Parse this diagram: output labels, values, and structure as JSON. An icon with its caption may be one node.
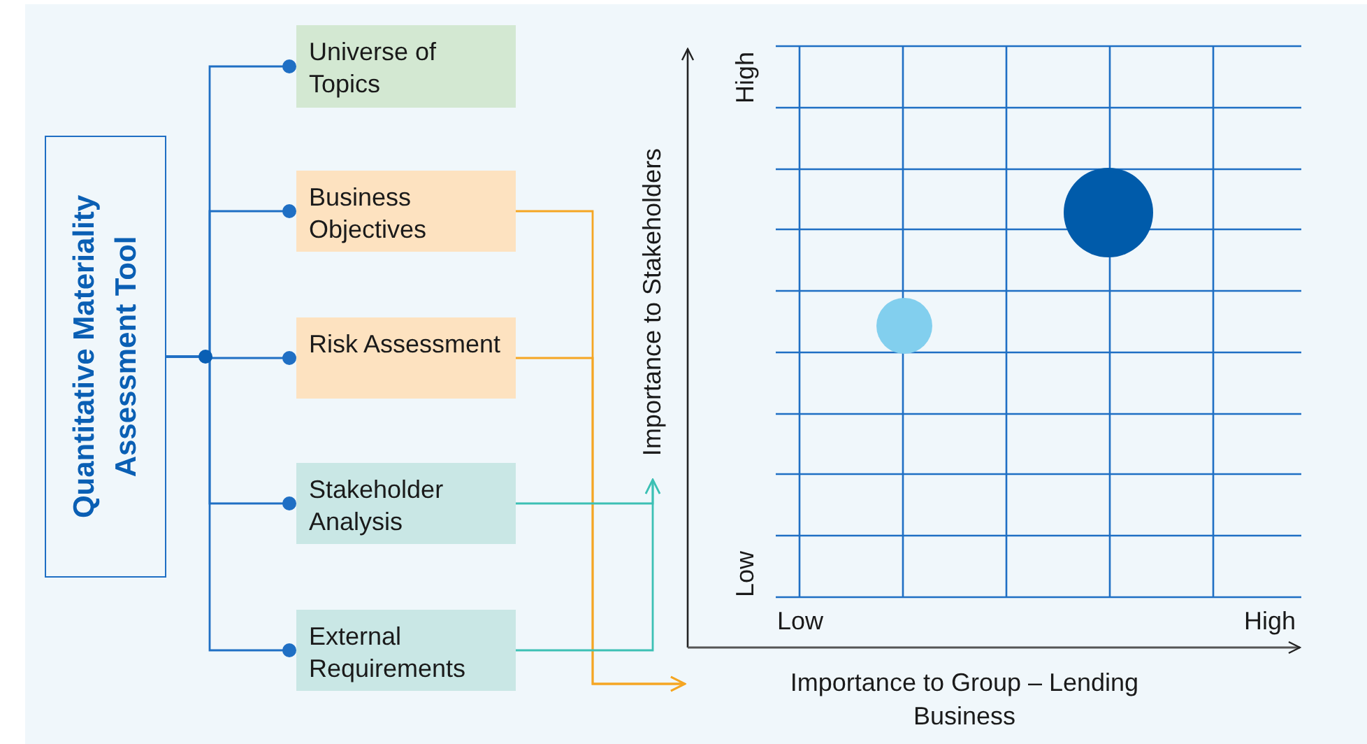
{
  "diagram": {
    "nodes": [
      {
        "text": [
          "Quantitative Materiality Assessment Tool"
        ]
      },
      {
        "text": [
          "Universe of Topics"
        ]
      },
      {
        "text": [
          "Business Objectives"
        ]
      },
      {
        "text": [
          "Risk Assessment"
        ]
      },
      {
        "text": [
          "Stakeholder Analysis"
        ]
      },
      {
        "text": [
          "External Requirements"
        ]
      },
      {
        "text": [
          "Importance to Stakeholders"
        ]
      },
      {
        "text": [
          "Importance to Group – Lending Business"
        ]
      }
    ],
    "edges": [
      {
        "from": 0,
        "to": 1,
        "arrow": "other"
      },
      {
        "from": 0,
        "to": 2,
        "arrow": "other"
      },
      {
        "from": 0,
        "to": 3,
        "arrow": "other"
      },
      {
        "from": 0,
        "to": 4,
        "arrow": "other"
      },
      {
        "from": 0,
        "to": 5,
        "arrow": "other"
      },
      {
        "from": 2,
        "to": 7,
        "arrow": "to",
        "color": "#f5a623"
      },
      {
        "from": 3,
        "to": 7,
        "arrow": "to",
        "color": "#f5a623"
      },
      {
        "from": 4,
        "to": 6,
        "arrow": "to",
        "color": "#3cc0b4"
      },
      {
        "from": 5,
        "to": 6,
        "arrow": "to",
        "color": "#3cc0b4"
      }
    ],
    "labels": [
      "High",
      "Low",
      "Low",
      "High"
    ]
  }
}
